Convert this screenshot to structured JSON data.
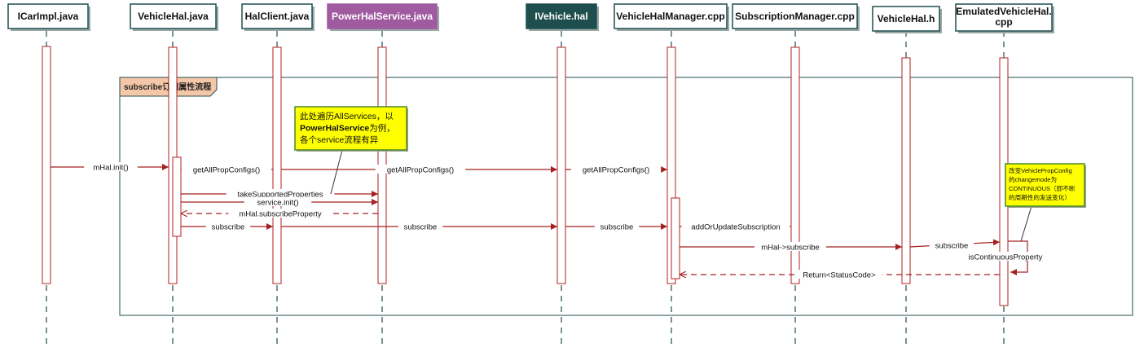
{
  "colors": {
    "actor_border": "#1f4e4e",
    "actor_fill": "#ffffff",
    "actor_text": "#111111",
    "actor_highlight_fill": "#a05ba0",
    "actor_dark_fill": "#1f4e4e",
    "actor_light_text": "#ffffff",
    "lifeline": "#1f4e4e",
    "activation": "#b02020",
    "message": "#a52020",
    "frame_border": "#1f4e4e",
    "frame_label_fill": "#f4c7a8",
    "note_fill": "#ffff00",
    "note_border": "#4a8a2a"
  },
  "actors": [
    {
      "id": "icarimpl",
      "label": "ICarImpl.java",
      "style": "plain"
    },
    {
      "id": "vehiclehal_java",
      "label": "VehicleHal.java",
      "style": "plain"
    },
    {
      "id": "halclient",
      "label": "HalClient.java",
      "style": "plain"
    },
    {
      "id": "powerhal",
      "label": "PowerHalService.java",
      "style": "highlight"
    },
    {
      "id": "ivehicle",
      "label": "IVehicle.hal",
      "style": "dark"
    },
    {
      "id": "vhm",
      "label": "VehicleHalManager.cpp",
      "style": "plain"
    },
    {
      "id": "subman",
      "label": "SubscriptionManager.cpp",
      "style": "plain"
    },
    {
      "id": "vehiclehal_h",
      "label": "VehicleHal.h",
      "style": "plain"
    },
    {
      "id": "emulated",
      "label_lines": [
        "EmulatedVehicleHal.",
        "cpp"
      ],
      "style": "plain"
    }
  ],
  "frame": {
    "label": "subscribe订阅属性流程"
  },
  "messages": [
    {
      "label": "mHal.init()"
    },
    {
      "label": "getAllPropConfigs()"
    },
    {
      "label": "getAllPropConfigs()"
    },
    {
      "label": "getAllPropConfigs()"
    },
    {
      "label": "takeSupportedProperties"
    },
    {
      "label": "service.init()"
    },
    {
      "label": "mHal.subscribeProperty"
    },
    {
      "label": "subscribe"
    },
    {
      "label": "subscribe"
    },
    {
      "label": "subscribe"
    },
    {
      "label": "addOrUpdateSubscription"
    },
    {
      "label": "mHal->subscribe"
    },
    {
      "label": "subscribe"
    },
    {
      "label": "isContinuousProperty"
    },
    {
      "label": "Return<StatusCode>"
    }
  ],
  "notes": [
    {
      "lines": [
        [
          {
            "t": "此处遍历AllServices，以",
            "b": false
          }
        ],
        [
          {
            "t": "PowerHalService",
            "b": true
          },
          {
            "t": "为例，",
            "b": false
          }
        ],
        [
          {
            "t": "各个service流程有异",
            "b": false
          }
        ]
      ]
    },
    {
      "lines": [
        [
          {
            "t": "改变VehiclePropConfig",
            "b": false
          }
        ],
        [
          {
            "t": "的changemode为",
            "b": false
          }
        ],
        [
          {
            "t": "CONTINUOUS（即不断",
            "b": false
          }
        ],
        [
          {
            "t": "的周期性的发送变化）",
            "b": false
          }
        ]
      ]
    }
  ]
}
